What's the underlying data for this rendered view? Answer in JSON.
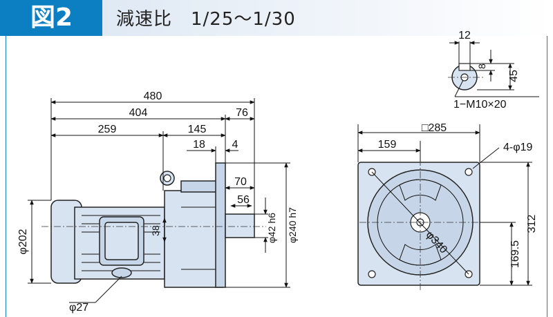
{
  "header": {
    "figure_label": "図2",
    "title": "減速比　1/25～1/30"
  },
  "dimensions": {
    "overall_length": "480",
    "length_404": "404",
    "length_76": "76",
    "length_259": "259",
    "length_145": "145",
    "length_18": "18",
    "length_4": "4",
    "length_70": "70",
    "length_56": "56",
    "shaft_diameter": "φ42 h6",
    "pilot_diameter": "φ240 h7",
    "height_38": "38",
    "motor_diameter": "φ202",
    "cable_diameter": "φ27",
    "flange_square": "□285",
    "offset_159": "159",
    "holes": "4-φ19",
    "bolt_circle": "φ340",
    "height_312": "312",
    "height_169_5": "169.5",
    "key_width": "12",
    "key_depth": "8",
    "shaft_height_45": "45",
    "tap_callout": "1−M10×20"
  }
}
